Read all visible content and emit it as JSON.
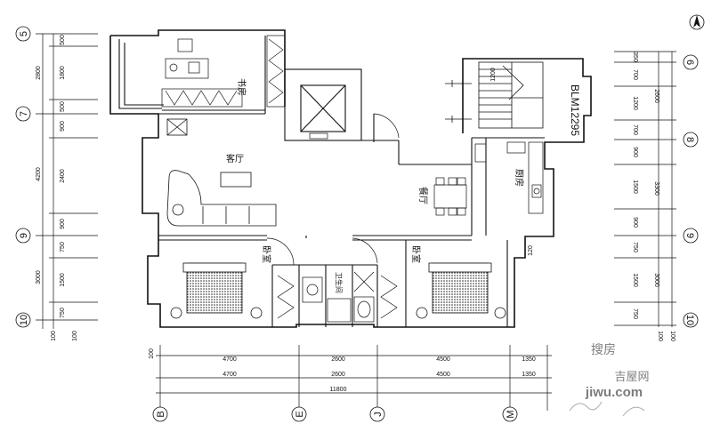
{
  "drawing": {
    "stair_code": "BLM12295",
    "rooms": {
      "study": "书房",
      "living": "客厅",
      "dining": "餐厅",
      "kitchen": "厨房",
      "bedroom_left": "卧室",
      "bedroom_right": "卧室",
      "bath": "卫生间"
    }
  },
  "axes": {
    "left": [
      "5",
      "7",
      "9",
      "10"
    ],
    "right": [
      "6",
      "8",
      "9",
      "10"
    ],
    "bottom": [
      "B",
      "E",
      "J",
      "M"
    ],
    "north": "N"
  },
  "dimensions": {
    "top": [
      "4700",
      "2600",
      "4500",
      "1350"
    ],
    "bottom": [
      "4700",
      "2600",
      "4500",
      "1350"
    ],
    "total": "11800",
    "edge": [
      "100",
      "100",
      "100",
      "100",
      "100"
    ],
    "left_outer": [
      "2800",
      "4200",
      "3000"
    ],
    "left_inner": [
      "500",
      "1800",
      "500",
      "900",
      "2400",
      "900",
      "750",
      "1500",
      "750"
    ],
    "right_outer": [
      "2600",
      "3300",
      "3000"
    ],
    "right_inner": [
      "350",
      "700",
      "1200",
      "700",
      "900",
      "1500",
      "900",
      "750",
      "1500",
      "750"
    ],
    "misc": [
      "120",
      "1200"
    ]
  },
  "watermark": {
    "logo": "搜房",
    "site": "吉屋网",
    "url": "jiwu.com"
  }
}
